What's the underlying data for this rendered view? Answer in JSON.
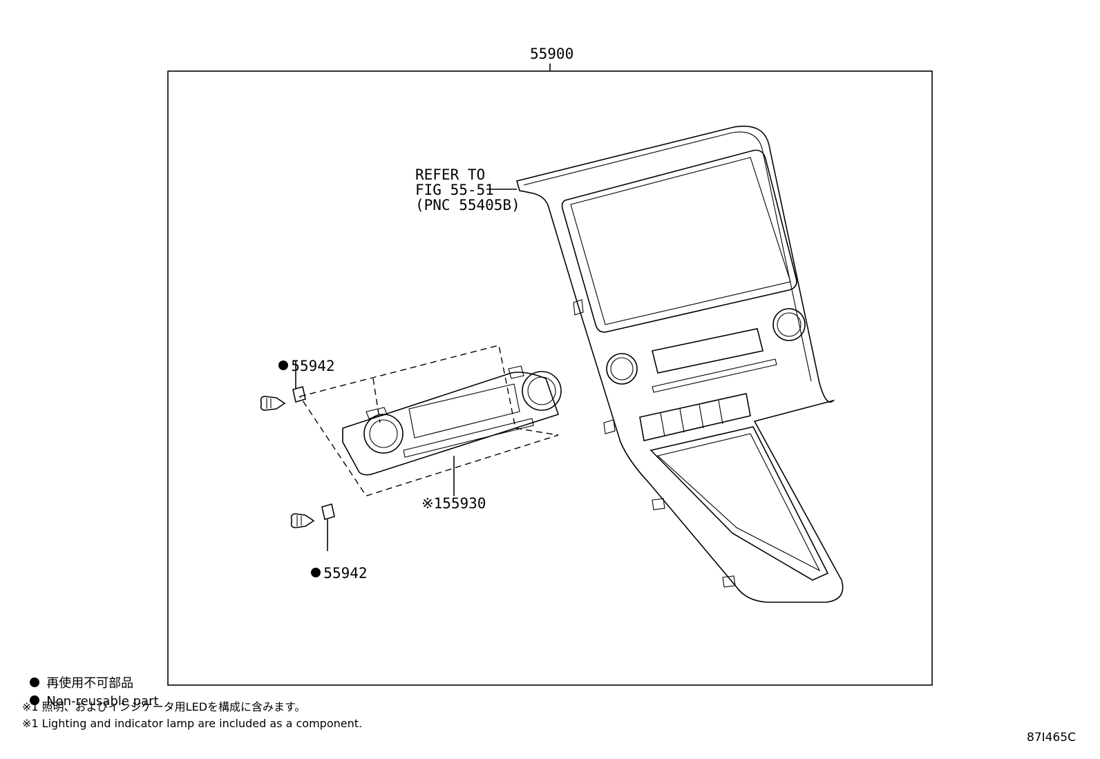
{
  "parts": {
    "assembly": "55900",
    "refer": [
      "REFER TO",
      "FIG 55-51",
      "(PNC 55405B)"
    ],
    "control_panel": "※155930",
    "clip_upper": "55942",
    "clip_lower": "55942"
  },
  "legend": {
    "non_reusable_jp": "再使用不可部品",
    "non_reusable_en": "Non-reusable part",
    "note_jp": "※1 照明、およびインジケータ用LEDを構成に含みます。",
    "note_en": "※1 Lighting and indicator lamp are included as a component."
  },
  "figure_code": "87I465C"
}
